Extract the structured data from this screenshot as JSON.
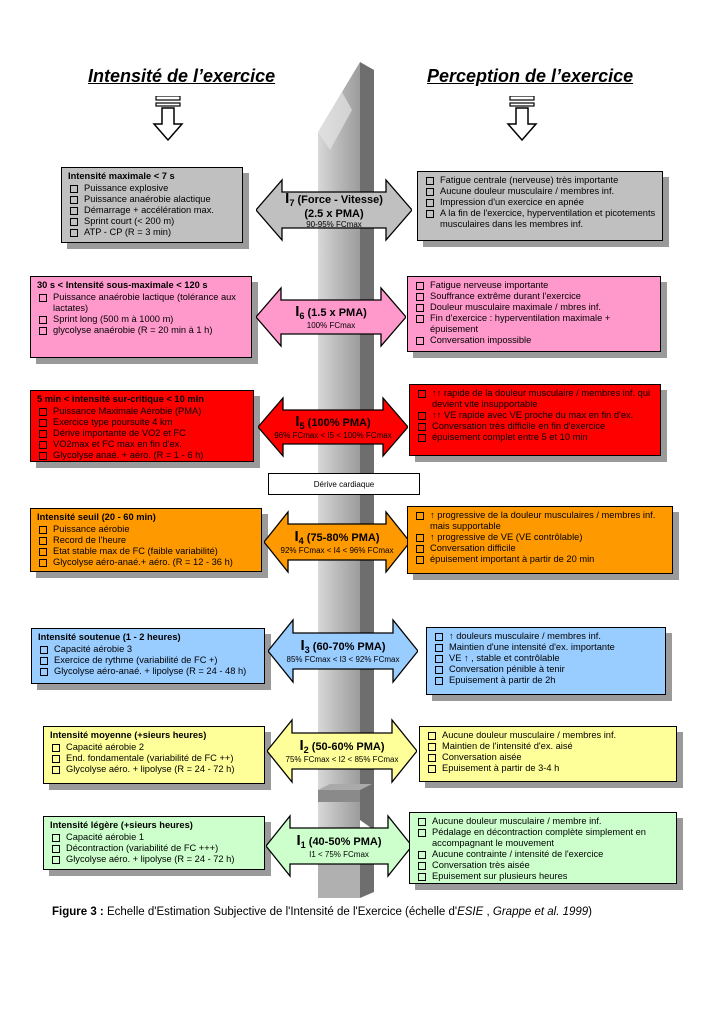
{
  "headers": {
    "left": "Intensité de l’exercice",
    "right": "Perception de l’exercice"
  },
  "colors": {
    "grey": "#c0c0c0",
    "pink": "#ff99cc",
    "red": "#ff0000",
    "orange": "#ff9900",
    "blue": "#99ccff",
    "yellow": "#ffff99",
    "green": "#ccffcc"
  },
  "levels": [
    {
      "color": "#c0c0c0",
      "left": {
        "title": "Intensité maximale < 7 s",
        "items": [
          "Puissance explosive",
          "Puissance anaérobie alactique",
          "Démarrage + accélération max.",
          "Sprint court (< 200 m)",
          "ATP - CP (R = 3 min)"
        ]
      },
      "arrow": {
        "code": "I",
        "num": "7",
        "name": "(Force - Vitesse)",
        "pma": "(2.5 x PMA)",
        "fc": "90-95% FCmax"
      },
      "right": {
        "items": [
          "Fatigue centrale (nerveuse) très importante",
          "Aucune douleur musculaire / membres inf.",
          "Impression d'un exercice en apnée",
          "A la fin de l'exercice, hyperventilation et picotements musculaires dans les membres inf."
        ]
      }
    },
    {
      "color": "#ff99cc",
      "left": {
        "title": "30 s  < Intensité sous-maximale < 120 s",
        "items": [
          "Puissance anaérobie lactique (tolérance aux lactates)",
          "Sprint long (500 m à 1000 m)",
          "glycolyse anaérobie (R = 20 min à 1 h)"
        ]
      },
      "arrow": {
        "code": "I",
        "num": "6",
        "name": "(1.5 x PMA)",
        "pma": "",
        "fc": "100% FCmax"
      },
      "right": {
        "items": [
          "Fatigue nerveuse importante",
          "Souffrance extrême durant l'exercice",
          "Douleur musculaire maximale / mbres inf.",
          "Fin d'exercice : hyperventilation maximale + épuisement",
          "Conversation impossible"
        ]
      }
    },
    {
      "color": "#ff0000",
      "left": {
        "title": "5 min < intensité sur-critique < 10 min",
        "items": [
          "Puissance Maximale Aérobie (PMA)",
          "Exercice type poursuite 4 km",
          "Dérive importante de VO2 et FC",
          "VO2max et FC max en fin d'ex.",
          "Glycolyse anaé. + aéro. (R = 1 - 6 h)"
        ]
      },
      "arrow": {
        "code": "I",
        "num": "5",
        "name": "(100% PMA)",
        "pma": "",
        "fc": "96% FCmax < I5 < 100% FCmax"
      },
      "right": {
        "items": [
          "↑↑ rapide de la douleur musculaire / membres inf. qui devient vite insupportable",
          "↑↑ VE rapide avec VE proche du max en fin d'ex.",
          "Conversation très difficile en fin d'exercice",
          "épuisement complet entre 5 et 10 min"
        ]
      }
    },
    {
      "color": "#ff9900",
      "left": {
        "title": "Intensité seuil (20 - 60 min)",
        "items": [
          "Puissance aérobie",
          "Record de l'heure",
          "Etat stable max de FC (faible variabilité)",
          "Glycolyse aéro-anaé.+ aéro. (R = 12 - 36 h)"
        ]
      },
      "arrow": {
        "code": "I",
        "num": "4",
        "name": "(75-80% PMA)",
        "pma": "",
        "fc": "92% FCmax < I4 < 96% FCmax"
      },
      "right": {
        "items": [
          "↑ progressive de la douleur musculaires / membres inf. mais supportable",
          "↑ progressive de VE (VE contrôlable)",
          "Conversation difficile",
          "épuisement important à partir de 20 min"
        ]
      }
    },
    {
      "color": "#99ccff",
      "left": {
        "title": "Intensité soutenue (1 - 2 heures)",
        "items": [
          "Capacité aérobie 3",
          "Exercice de rythme (variabilité de FC +)",
          "Glycolyse aéro-anaé. + lipolyse (R = 24 - 48 h)"
        ]
      },
      "arrow": {
        "code": "I",
        "num": "3",
        "name": "(60-70% PMA)",
        "pma": "",
        "fc": "85% FCmax < I3 < 92% FCmax"
      },
      "right": {
        "items": [
          "↑ douleurs musculaire / membres inf.",
          "Maintien d'une intensité d'ex. importante",
          "VE ↑ , stable et contrôlable",
          "Conversation pénible à tenir",
          "Epuisement à partir de 2h"
        ]
      }
    },
    {
      "color": "#ffff99",
      "left": {
        "title": "Intensité moyenne (+sieurs heures)",
        "items": [
          "Capacité aérobie 2",
          "End. fondamentale (variabilité de FC ++)",
          "Glycolyse aéro. + lipolyse (R = 24 - 72 h)"
        ]
      },
      "arrow": {
        "code": "I",
        "num": "2",
        "name": "(50-60% PMA)",
        "pma": "",
        "fc": "75% FCmax < I2 < 85% FCmax"
      },
      "right": {
        "items": [
          "Aucune douleur musculaire / membres inf.",
          "Maintien de l'intensité d'ex. aisé",
          "Conversation aisée",
          "Epuisement à partir de 3-4 h"
        ]
      }
    },
    {
      "color": "#ccffcc",
      "left": {
        "title": "Intensité légère (+sieurs heures)",
        "items": [
          "Capacité aérobie 1",
          "Décontraction (variabilité de FC +++)",
          "Glycolyse aéro. + lipolyse (R = 24 - 72 h)"
        ]
      },
      "arrow": {
        "code": "I",
        "num": "1",
        "name": "(40-50% PMA)",
        "pma": "",
        "fc": "I1 < 75% FCmax"
      },
      "right": {
        "items": [
          "Aucune douleur musculaire / membre inf.",
          "Pédalage en décontraction complète simplement en accompagnant le mouvement",
          "Aucune contrainte / intensité de l'exercice",
          "Conversation très aisée",
          "Epuisement sur plusieurs heures"
        ]
      }
    }
  ],
  "derive_label": "Dérive cardiaque",
  "caption": {
    "label": "Figure 3 :",
    "text": " Echelle d'Estimation Subjective de l'Intensité de l'Exercice (échelle d'",
    "italic1": "ESIE",
    "text2": " , ",
    "italic2": "Grappe et al. 1999",
    "text3": ")"
  }
}
